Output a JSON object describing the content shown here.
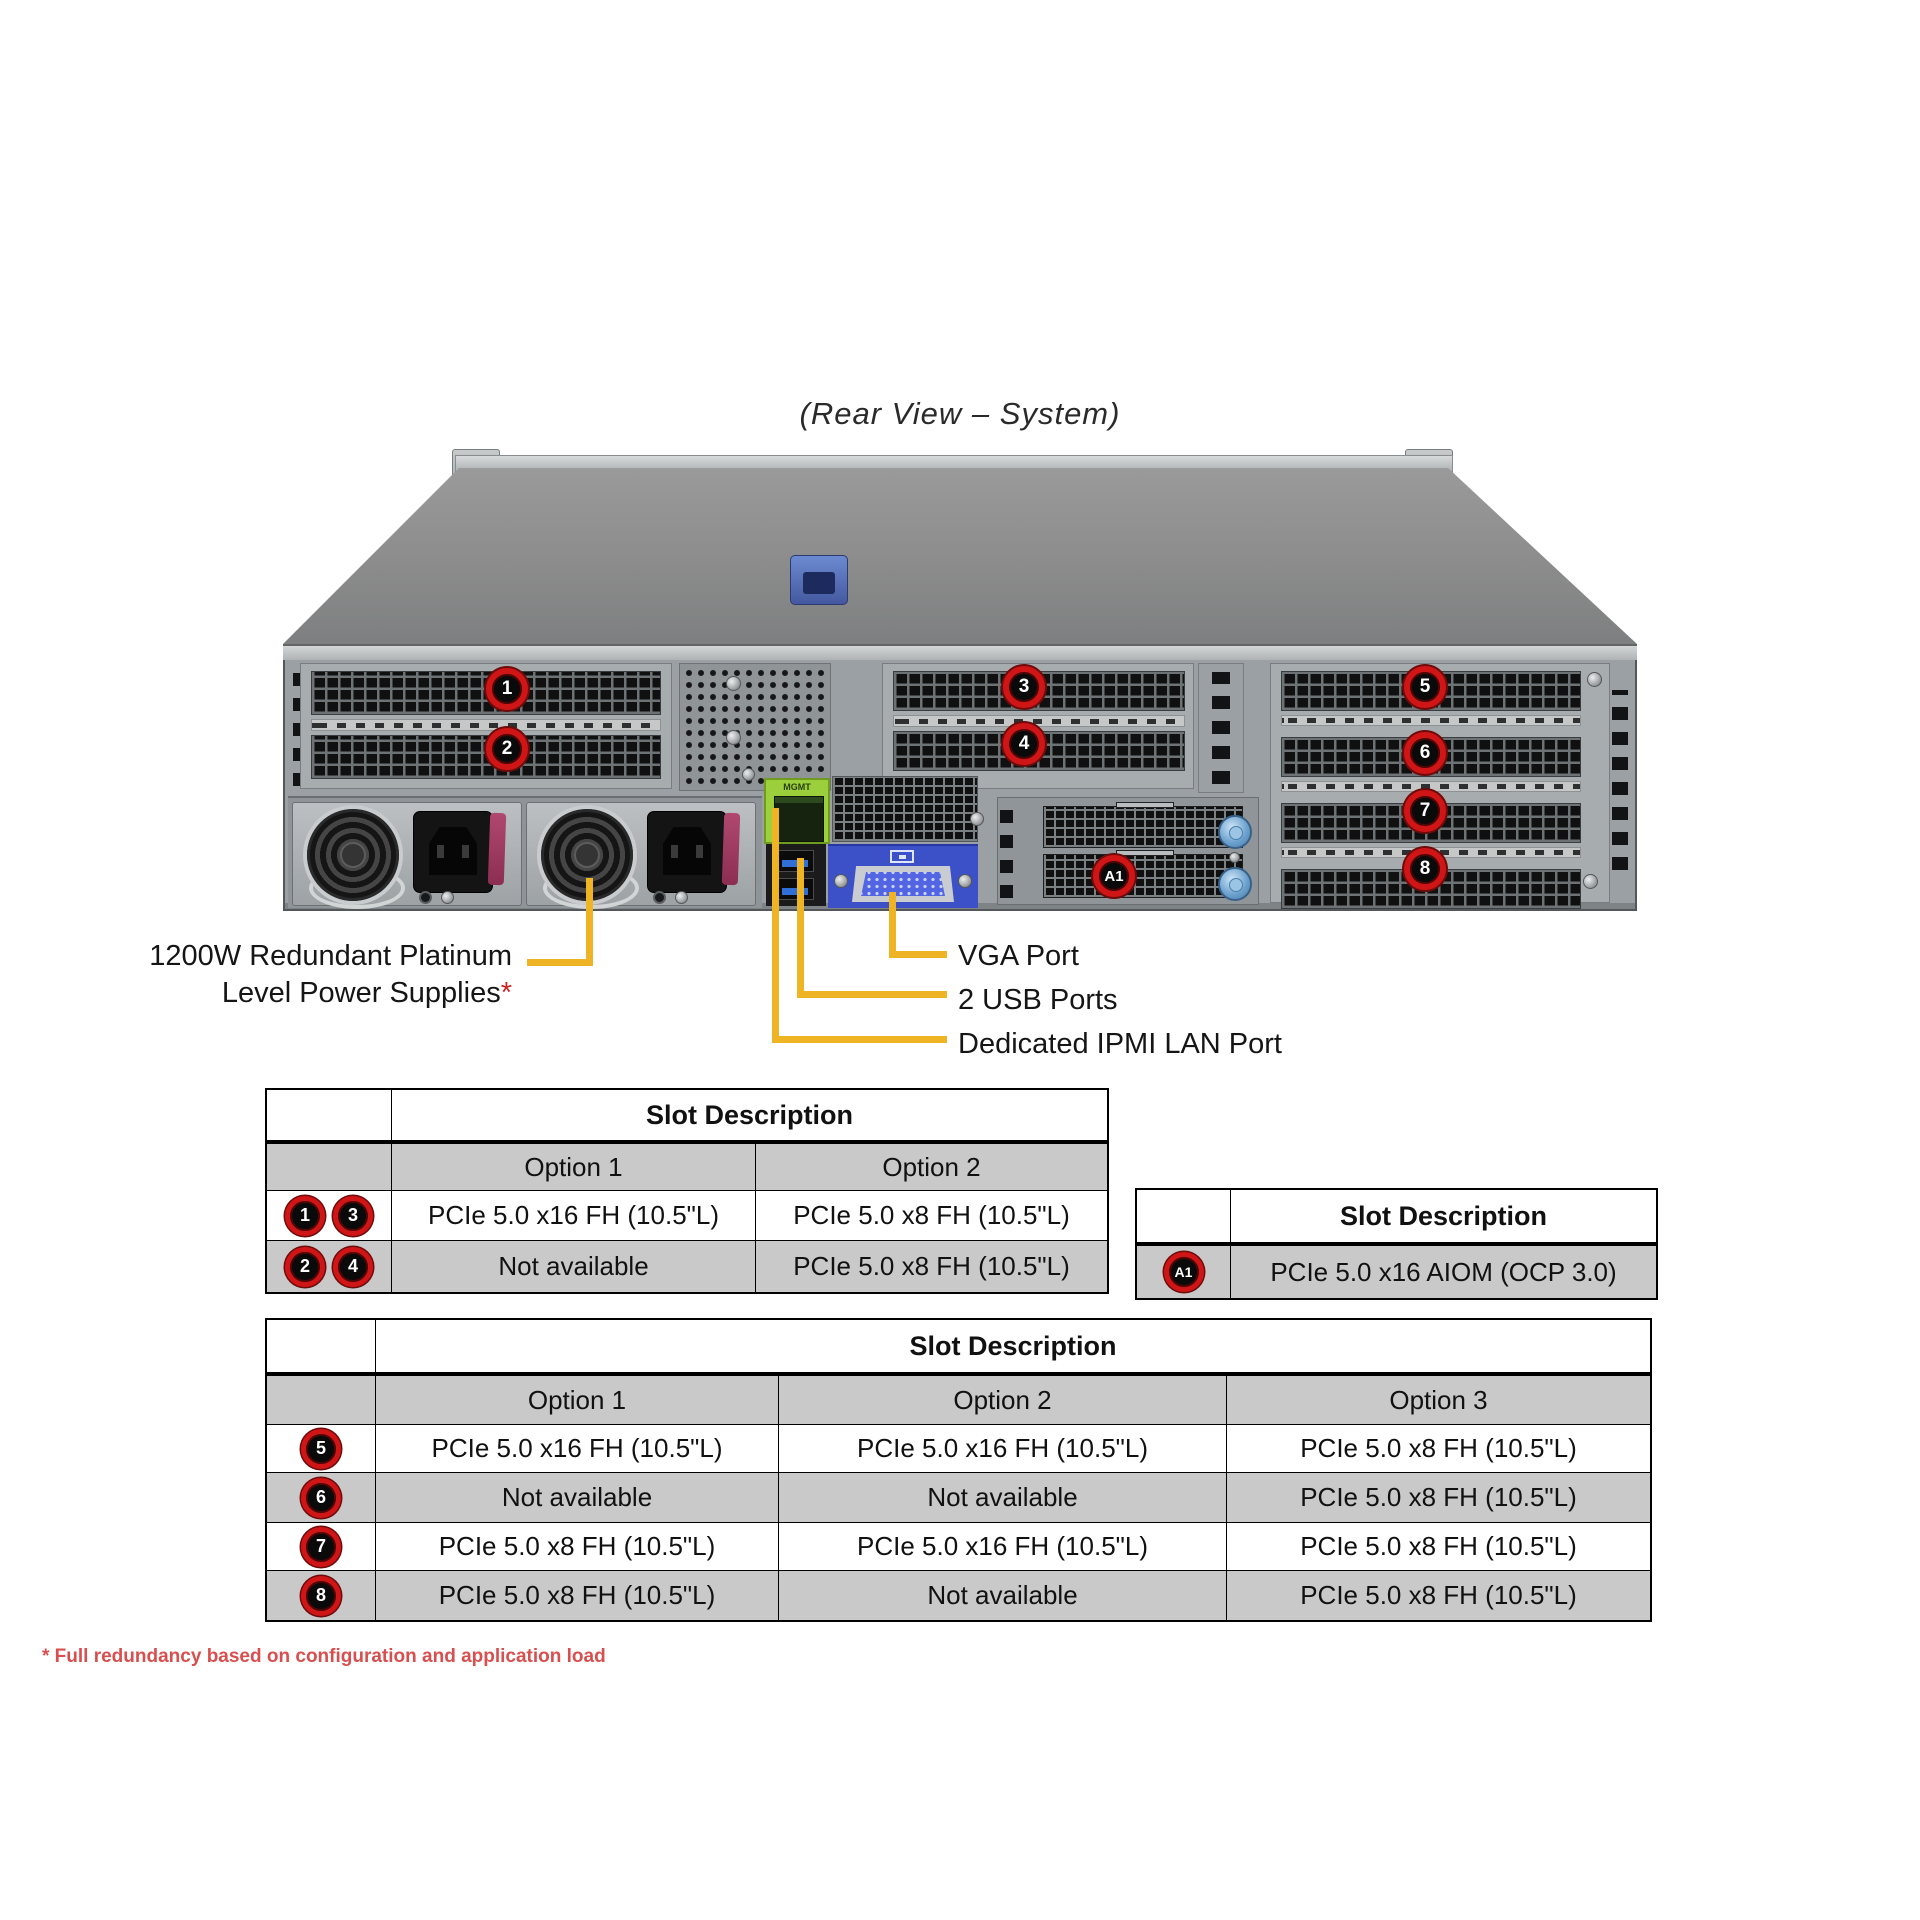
{
  "title": "(Rear View – System)",
  "badges": {
    "b1": "1",
    "b2": "2",
    "b3": "3",
    "b4": "4",
    "b5": "5",
    "b6": "6",
    "b7": "7",
    "b8": "8",
    "a1": "A1"
  },
  "server": {
    "mgmt_label": "MGMT"
  },
  "callouts": {
    "psu_line1": "1200W Redundant Platinum",
    "psu_line2": "Level Power Supplies",
    "asterisk": "*",
    "vga": "VGA Port",
    "usb": "2 USB Ports",
    "ipmi": "Dedicated IPMI LAN Port"
  },
  "tables": {
    "slots14": {
      "header": "Slot Description",
      "col_headers": [
        "Option 1",
        "Option 2"
      ],
      "rows": [
        {
          "badges": [
            "1",
            "3"
          ],
          "cells": [
            "PCIe 5.0 x16 FH (10.5\"L)",
            "PCIe 5.0 x8 FH (10.5\"L)"
          ]
        },
        {
          "badges": [
            "2",
            "4"
          ],
          "cells": [
            "Not available",
            "PCIe 5.0 x8 FH (10.5\"L)"
          ]
        }
      ]
    },
    "aiom": {
      "header": "Slot Description",
      "rows": [
        {
          "badges": [
            "A1"
          ],
          "cells": [
            "PCIe 5.0 x16 AIOM (OCP 3.0)"
          ]
        }
      ]
    },
    "slots58": {
      "header": "Slot Description",
      "col_headers": [
        "Option 1",
        "Option 2",
        "Option 3"
      ],
      "rows": [
        {
          "badges": [
            "5"
          ],
          "cells": [
            "PCIe 5.0 x16 FH (10.5\"L)",
            "PCIe 5.0 x16 FH (10.5\"L)",
            "PCIe 5.0 x8 FH (10.5\"L)"
          ]
        },
        {
          "badges": [
            "6"
          ],
          "cells": [
            "Not available",
            "Not available",
            "PCIe 5.0 x8 FH (10.5\"L)"
          ]
        },
        {
          "badges": [
            "7"
          ],
          "cells": [
            "PCIe 5.0 x8 FH (10.5\"L)",
            "PCIe 5.0 x16 FH (10.5\"L)",
            "PCIe 5.0 x8 FH (10.5\"L)"
          ]
        },
        {
          "badges": [
            "8"
          ],
          "cells": [
            "PCIe 5.0 x8 FH (10.5\"L)",
            "Not available",
            "PCIe 5.0 x8 FH (10.5\"L)"
          ]
        }
      ]
    }
  },
  "footnote": "* Full redundancy based on configuration and application load",
  "colors": {
    "callout_yellow": "#eeb424",
    "badge_red": "#cf1516",
    "table_gray": "#c9c9c9",
    "footnote_red": "#d94f4f",
    "mgmt_green": "#9ccf3c",
    "vga_blue": "#3c51c8",
    "usb_blue": "#2f6fd6",
    "psu_latch_maroon": "#a23d62"
  }
}
